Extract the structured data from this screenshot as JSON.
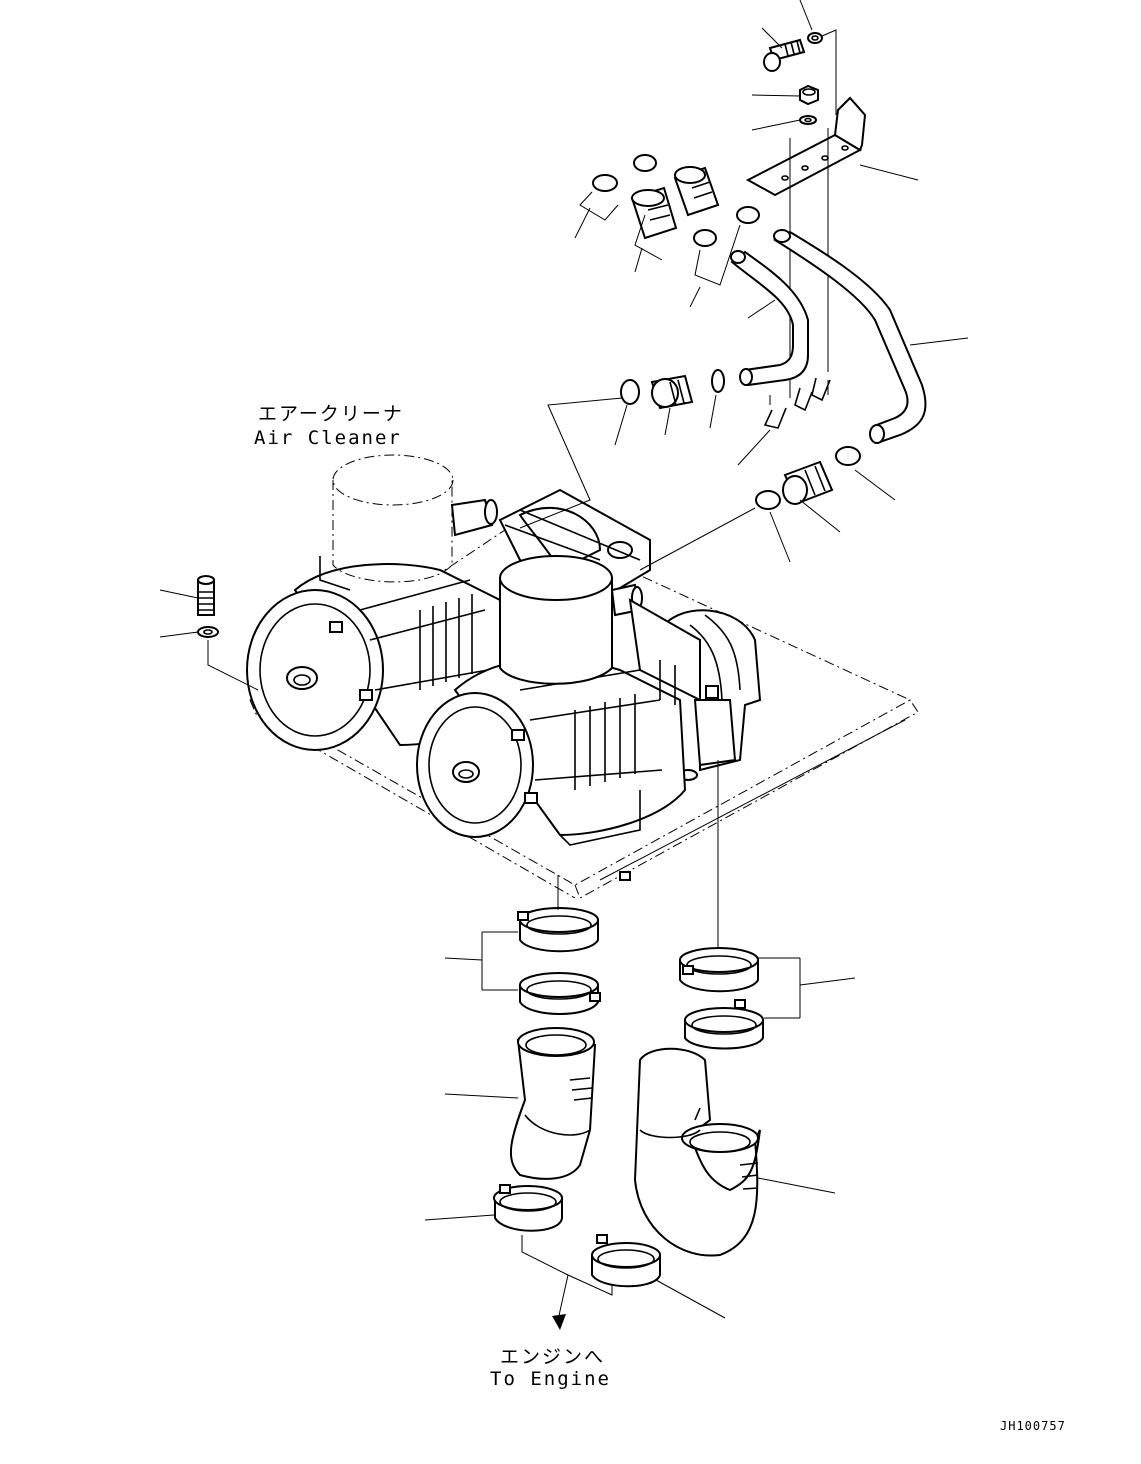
{
  "diagram": {
    "air_cleaner_label_jp": "エアークリーナ",
    "air_cleaner_label_en": "Air Cleaner",
    "to_engine_label_jp": "エンジンへ",
    "to_engine_label_en": "To Engine",
    "drawing_number": "JH100757"
  }
}
